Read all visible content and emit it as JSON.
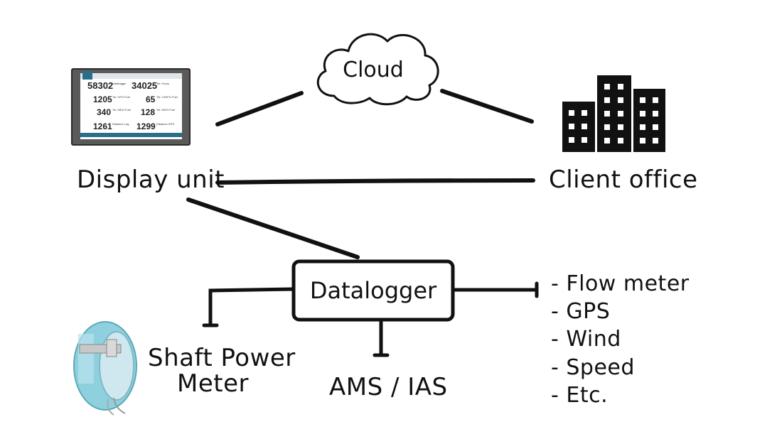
{
  "labels": {
    "cloud": "Cloud",
    "display_unit": "Display unit",
    "client_office": "Client office",
    "datalogger": "Datalogger",
    "shaft_power_meter_line1": "Shaft Power",
    "shaft_power_meter_line2": "Meter",
    "ams_ias": "AMS / IAS"
  },
  "sensor_list": [
    "- Flow meter",
    "- GPS",
    "- Wind",
    "- Speed",
    "- Etc."
  ],
  "display_screen": {
    "tiles": [
      {
        "value": "58302",
        "caption": "Datalogger"
      },
      {
        "value": "34025",
        "caption": "Tot. Hours"
      },
      {
        "value": "1205",
        "caption": "Tot. HFO Fuel"
      },
      {
        "value": "65",
        "caption": "Tot. LSHFO Fuel"
      },
      {
        "value": "340",
        "caption": "Tot. MDO Fuel"
      },
      {
        "value": "128",
        "caption": "Tot. MGO Fuel"
      },
      {
        "value": "1261",
        "caption": "Distance Log"
      },
      {
        "value": "1299",
        "caption": "Distance GPS"
      }
    ]
  },
  "colors": {
    "ink": "#111111",
    "sensor_ring": "#8fd0de",
    "screen_header": "#2a6f8a"
  }
}
